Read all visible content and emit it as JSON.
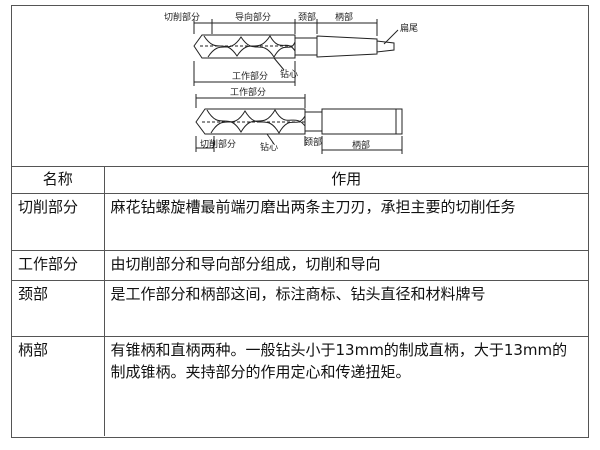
{
  "diagram": {
    "top_labels": {
      "cutting": "切削部分",
      "guiding": "导向部分",
      "neck": "颈部",
      "shank": "柄部",
      "tang": "扁尾",
      "working": "工作部分",
      "core": "钻心"
    },
    "bottom_labels": {
      "working": "工作部分",
      "cutting": "切削部分",
      "core": "钻心",
      "neck": "颈部",
      "shank": "柄部"
    }
  },
  "table": {
    "header": {
      "name": "名称",
      "function": "作用"
    },
    "rows": [
      {
        "name": "切削部分",
        "function": "麻花钻螺旋槽最前端刃磨出两条主刀刃，承担主要的切削任务"
      },
      {
        "name": "工作部分",
        "function": "由切削部分和导向部分组成，切削和导向"
      },
      {
        "name": "颈部",
        "function": "是工作部分和柄部这间，标注商标、钻头直径和材料牌号"
      },
      {
        "name": "柄部",
        "function": "有锥柄和直柄两种。一般钻头小于13mm的制成直柄，大于13mm的制成锥柄。夹持部分的作用定心和传递扭矩。"
      }
    ]
  }
}
